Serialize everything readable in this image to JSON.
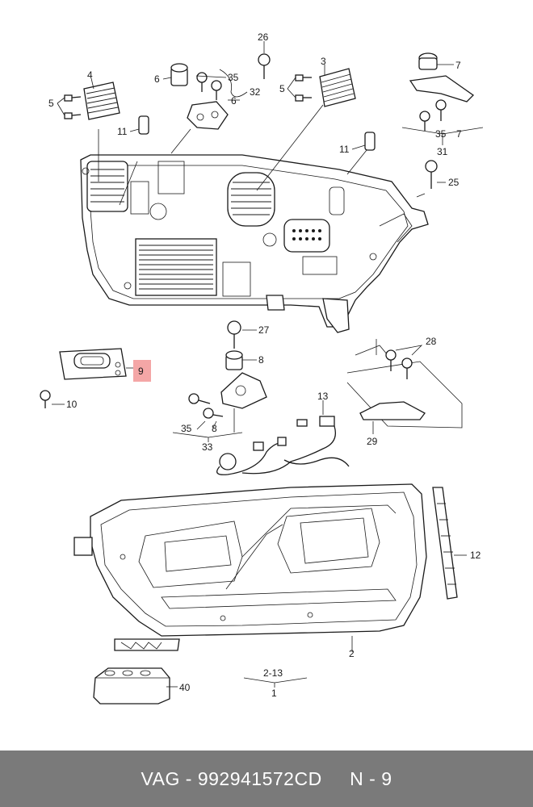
{
  "callouts": {
    "c26": "26",
    "c3": "3",
    "c4": "4",
    "c5a": "5",
    "c5b": "5",
    "c6a": "6",
    "c6b": "6",
    "c35a": "35",
    "c32": "32",
    "c7a": "7",
    "c7b": "7",
    "c35b": "35",
    "c31": "31",
    "c11a": "11",
    "c11b": "11",
    "c25": "25",
    "c27": "27",
    "c8a": "8",
    "c9": "9",
    "c10": "10",
    "c28": "28",
    "c13": "13",
    "c35c": "35",
    "c8b": "8",
    "c33": "33",
    "c29": "29",
    "c12": "12",
    "c2": "2",
    "c213": "2-13",
    "c1": "1",
    "c40": "40"
  },
  "highlight": {
    "color": "#f4a6a6"
  },
  "footer": {
    "brand": "VAG",
    "part_number": "992941572CD",
    "position": "N - 9"
  }
}
